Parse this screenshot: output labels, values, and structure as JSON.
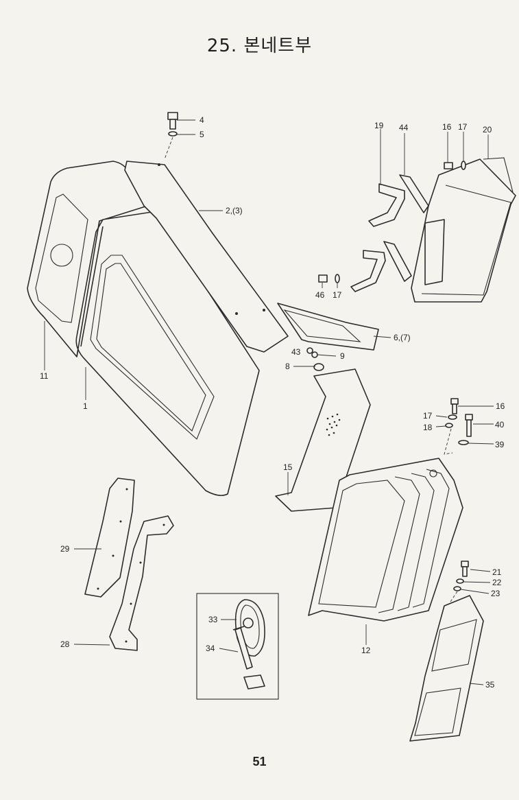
{
  "title": "25. 본네트부",
  "page_number": "51",
  "callouts": {
    "c1": "1",
    "c2": "2,(3)",
    "c4": "4",
    "c5": "5",
    "c6": "6,(7)",
    "c8": "8",
    "c9": "9",
    "c11": "11",
    "c12": "12",
    "c15": "15",
    "c16a": "16",
    "c16b": "16",
    "c17a": "17",
    "c17b": "17",
    "c17c": "17",
    "c18": "18",
    "c19": "19",
    "c20": "20",
    "c21": "21",
    "c22": "22",
    "c23": "23",
    "c28": "28",
    "c29": "29",
    "c33": "33",
    "c34": "34",
    "c35": "35",
    "c39": "39",
    "c40": "40",
    "c43": "43",
    "c44": "44",
    "c46": "46"
  }
}
